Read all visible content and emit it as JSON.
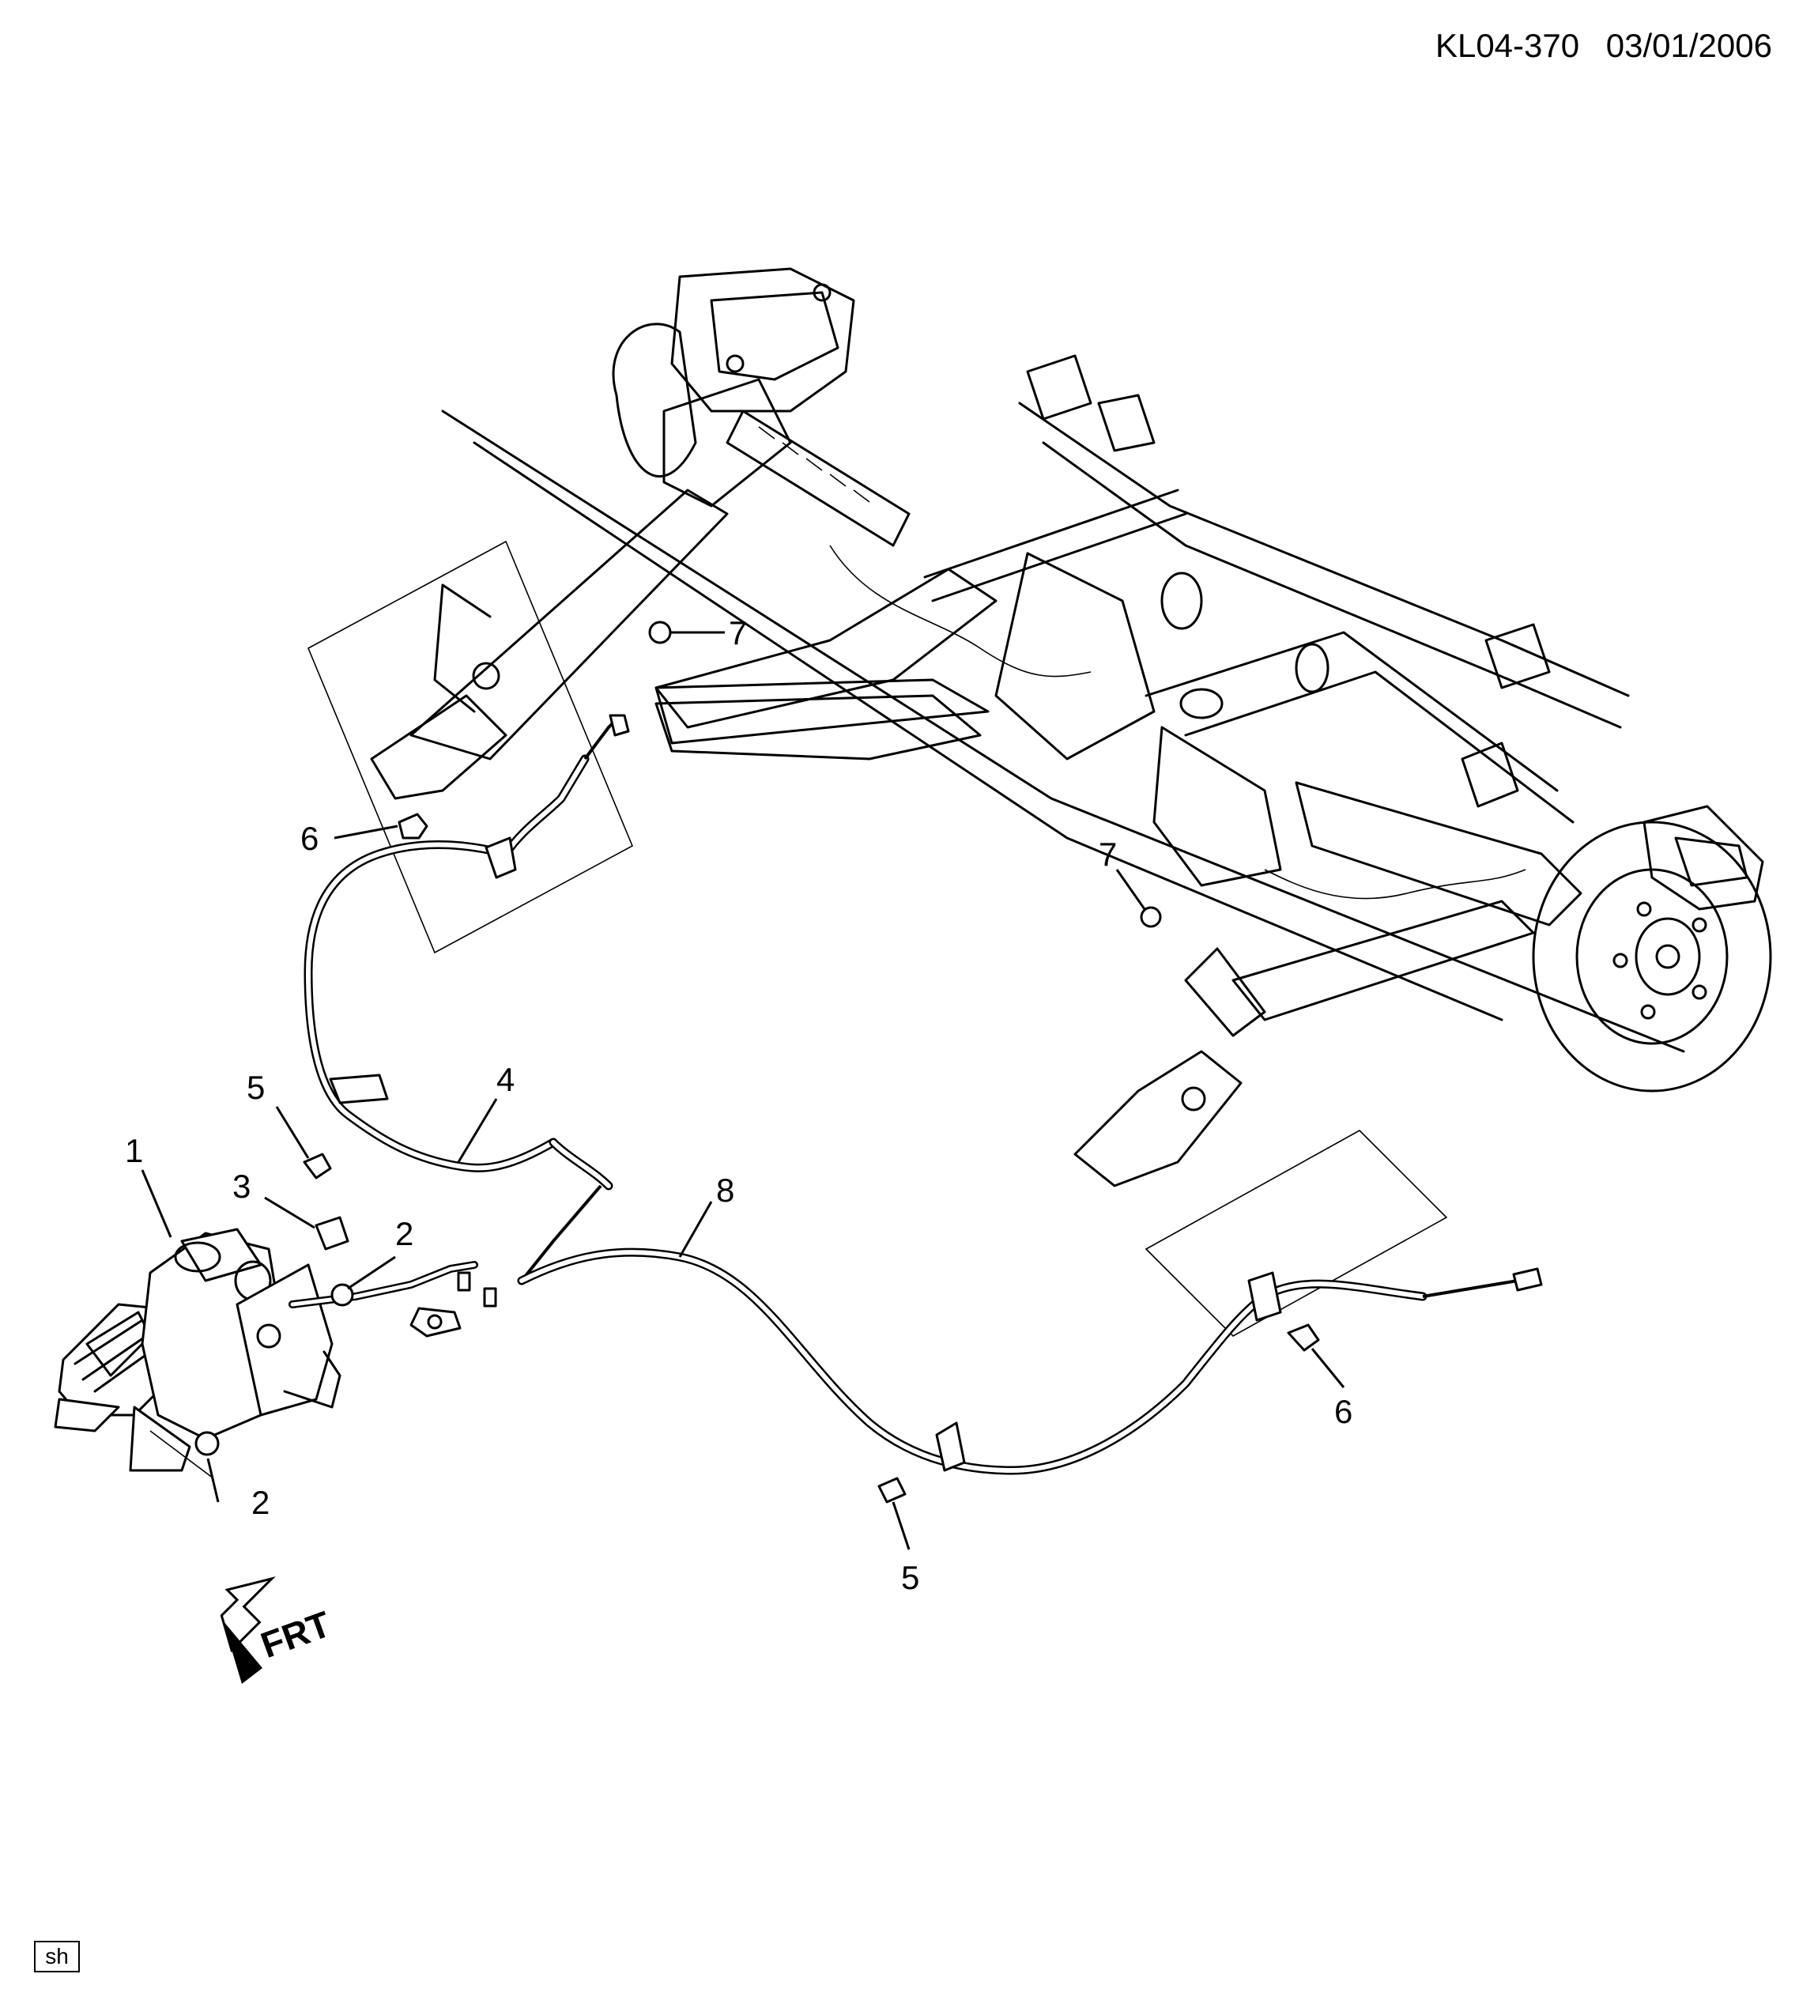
{
  "header": {
    "diagram_code": "KL04-370",
    "date": "03/01/2006"
  },
  "callouts": {
    "c1": "1",
    "c2a": "2",
    "c2b": "2",
    "c3": "3",
    "c4": "4",
    "c5a": "5",
    "c5b": "5",
    "c6a": "6",
    "c6b": "6",
    "c7a": "7",
    "c7b": "7",
    "c8": "8"
  },
  "direction_marker": {
    "label": "FRT",
    "icon": "front-arrow-icon"
  },
  "footer": {
    "sheet_tag": "sh"
  },
  "colors": {
    "line": "#000000",
    "background": "#ffffff"
  }
}
